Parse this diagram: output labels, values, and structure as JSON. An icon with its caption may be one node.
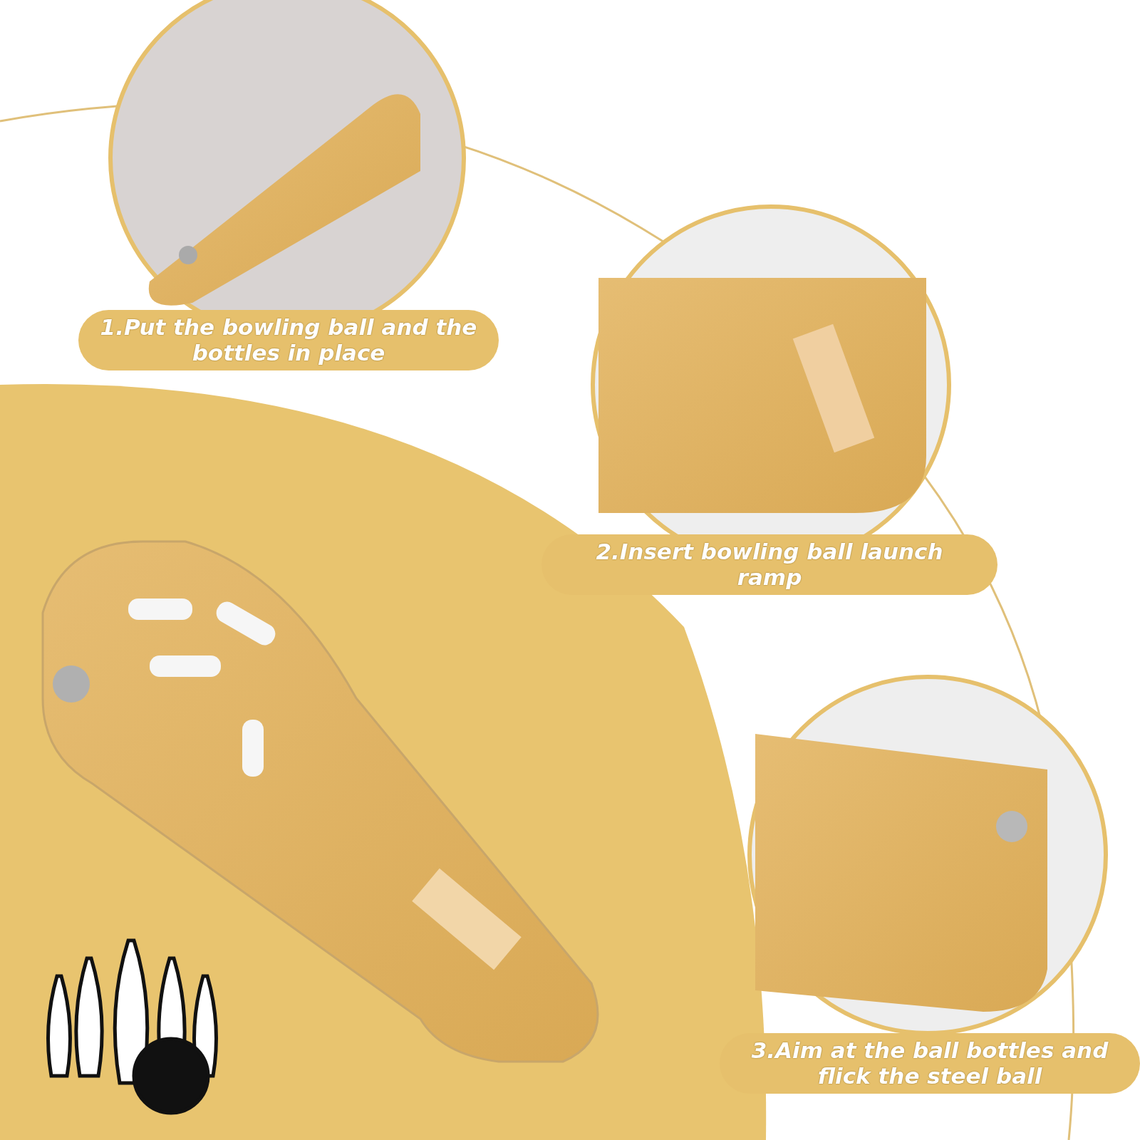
{
  "diagram": {
    "nodes": [
      {
        "text": [
          "1.Put the bowling ball and the bottles in place"
        ]
      },
      {
        "text": [
          "2.Insert bowling ball launch ramp"
        ]
      },
      {
        "text": [
          "3.Aim at the ball bottles and flick the steel ball"
        ]
      }
    ]
  }
}
